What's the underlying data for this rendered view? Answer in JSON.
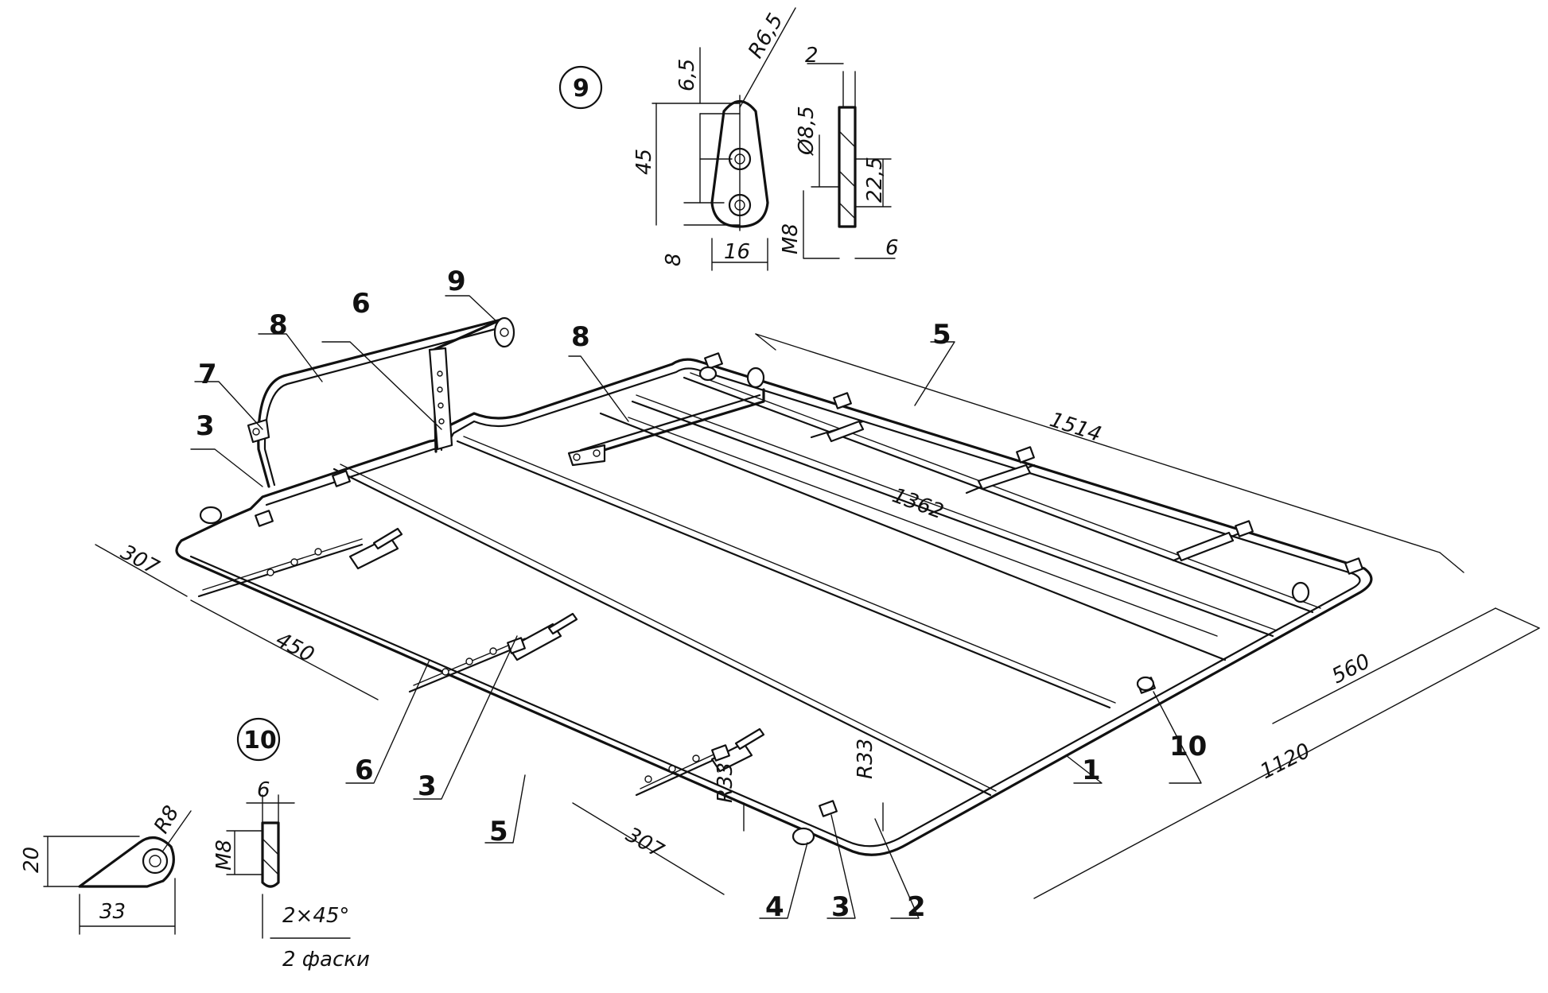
{
  "part_labels": {
    "p1": "1",
    "p2": "2",
    "p3_left": "3",
    "p3_mid": "3",
    "p3_bottom": "3",
    "p4": "4",
    "p5_top": "5",
    "p5_bottom": "5",
    "p6_top": "6",
    "p6_bottom": "6",
    "p7": "7",
    "p8_left": "8",
    "p8_mid": "8",
    "p9": "9",
    "p10": "10"
  },
  "main_dimensions": {
    "d1514": "1514",
    "d1362": "1362",
    "d560": "560",
    "d1120": "1120",
    "d307_top": "307",
    "d450": "450",
    "d307_bottom": "307",
    "r33_left": "R33",
    "r33_right": "R33"
  },
  "detail9": {
    "marker": "9",
    "r": "R6,5",
    "d65": "6,5",
    "d45": "45",
    "d8": "8",
    "d16": "16",
    "d2": "2",
    "dia": "Ø8,5",
    "d225": "22,5",
    "m8": "M8",
    "d6": "6"
  },
  "detail10": {
    "marker": "10",
    "r": "R8",
    "d20": "20",
    "d33": "33",
    "d6": "6",
    "m8": "M8",
    "chamfer": "2×45°",
    "chamfer_note": "2 фаски"
  }
}
